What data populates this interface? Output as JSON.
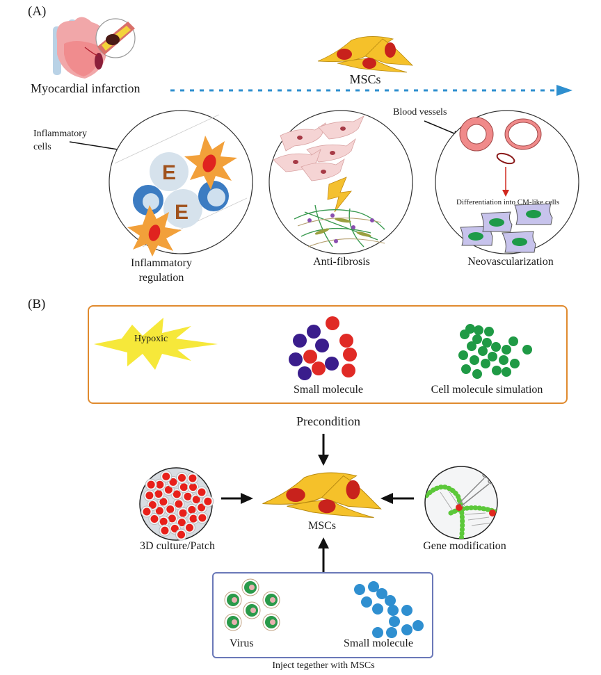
{
  "panel_a": {
    "label": "(A)",
    "origin_label": "Myocardial infarction",
    "source_label": "MSCs",
    "arrow_color": "#2e8fcf",
    "mechanisms": [
      {
        "title": "Inflammatory regulation",
        "title_line1": "Inflammatory",
        "title_line2": "regulation",
        "callout": "Inflammatory",
        "callout_line2": "cells"
      },
      {
        "title": "Anti-fibrosis"
      },
      {
        "title": "Neovascularization",
        "callout": "Blood vessels",
        "inner_text": "Differentiation into CM-like cells"
      }
    ]
  },
  "panel_b": {
    "label": "(B)",
    "precondition": {
      "title": "Precondition",
      "border_color": "#e08a2e",
      "items": [
        {
          "label": "Hypoxic"
        },
        {
          "label": "Small molecule"
        },
        {
          "label": "Cell molecule simulation"
        }
      ]
    },
    "center_label": "MSCs",
    "left": {
      "label": "3D culture/Patch"
    },
    "right": {
      "label": "Gene modification"
    },
    "inject": {
      "title": "Inject tegether with MSCs",
      "border_color": "#6a78b8",
      "items": [
        {
          "label": "Virus"
        },
        {
          "label": "Small molecule"
        }
      ]
    }
  },
  "colors": {
    "msc_body": "#f5c12a",
    "msc_nucleus": "#c8221c",
    "molecule_blue_dark": "#3a1d8c",
    "molecule_red": "#e02a25",
    "molecule_green": "#1f9a45",
    "molecule_light_blue": "#2f8fd0",
    "hypoxic_star": "#f6e83a"
  }
}
